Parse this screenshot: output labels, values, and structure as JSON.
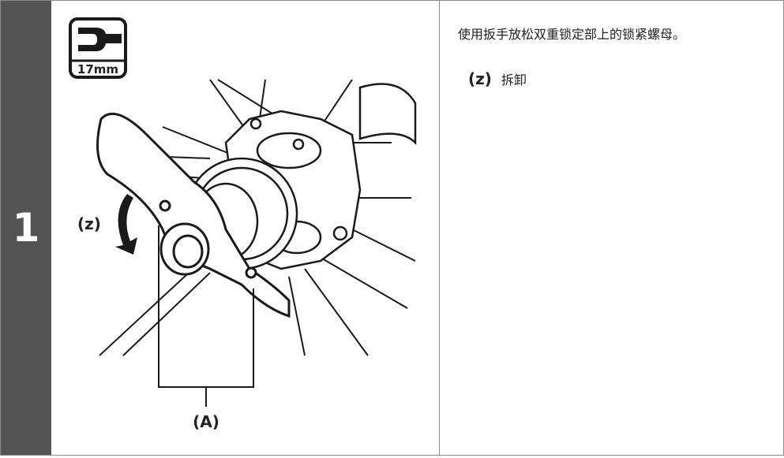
{
  "step": {
    "number": "1"
  },
  "tool_badge": {
    "icon": "wrench-icon",
    "size_label": "17mm"
  },
  "illustration": {
    "callout_z": "(z)",
    "callout_a": "(A)"
  },
  "instruction": {
    "text": "使用扳手放松双重锁定部上的锁紧螺母。"
  },
  "legend": {
    "key": "(z)",
    "description": "拆卸"
  }
}
